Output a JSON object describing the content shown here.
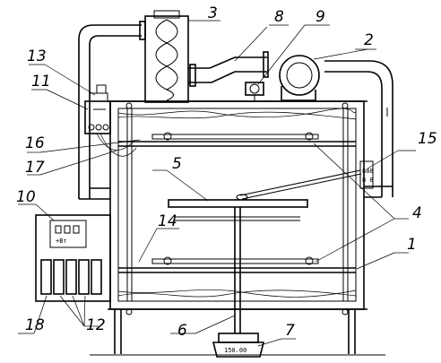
{
  "labels": {
    "l1": "1",
    "l2": "2",
    "l3": "3",
    "l4": "4",
    "l5": "5",
    "l6": "6",
    "l7": "7",
    "l8": "8",
    "l9": "9",
    "l10": "10",
    "l11": "11",
    "l12": "12",
    "l13": "13",
    "l14": "14",
    "l15": "15",
    "l16": "16",
    "l17": "17",
    "l18": "18"
  },
  "readouts": {
    "controller": "+Вт",
    "scale": "150.00",
    "sensor": "",
    "meter": "",
    "box_top": "888",
    "box_mid": "8 8"
  }
}
